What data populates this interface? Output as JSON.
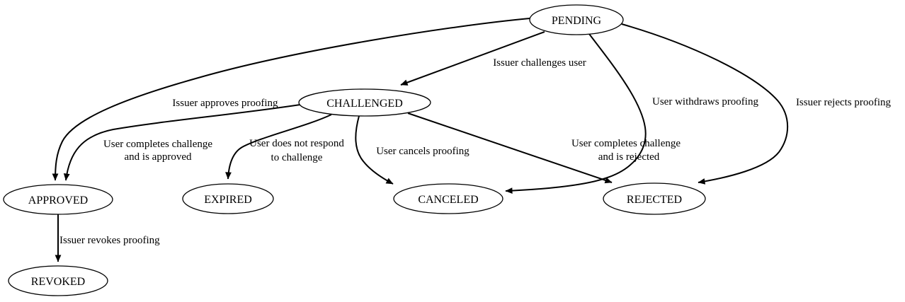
{
  "diagram": {
    "type": "state-transition-diagram",
    "colors": {
      "background": "#ffffff",
      "line": "#000000",
      "text": "#000000",
      "node_fill": "#ffffff"
    },
    "nodes": {
      "pending": {
        "label": "PENDING"
      },
      "challenged": {
        "label": "CHALLENGED"
      },
      "approved": {
        "label": "APPROVED"
      },
      "expired": {
        "label": "EXPIRED"
      },
      "canceled": {
        "label": "CANCELED"
      },
      "rejected": {
        "label": "REJECTED"
      },
      "revoked": {
        "label": "REVOKED"
      }
    },
    "edges": {
      "pending_challenged": {
        "from": "PENDING",
        "to": "CHALLENGED",
        "label": "Issuer challenges user"
      },
      "pending_approved": {
        "from": "PENDING",
        "to": "APPROVED",
        "label": "Issuer approves proofing"
      },
      "challenged_approved": {
        "from": "CHALLENGED",
        "to": "APPROVED",
        "lines": [
          "User completes challenge",
          "and is approved"
        ]
      },
      "challenged_expired": {
        "from": "CHALLENGED",
        "to": "EXPIRED",
        "lines": [
          "User does not respond",
          "to challenge"
        ]
      },
      "challenged_canceled": {
        "from": "CHALLENGED",
        "to": "CANCELED",
        "label": "User cancels proofing"
      },
      "challenged_rejected": {
        "from": "CHALLENGED",
        "to": "REJECTED",
        "lines": [
          "User completes challenge",
          "and is rejected"
        ]
      },
      "pending_canceled": {
        "from": "PENDING",
        "to": "CANCELED",
        "label": "User withdraws proofing"
      },
      "pending_rejected": {
        "from": "PENDING",
        "to": "REJECTED",
        "label": "Issuer rejects proofing"
      },
      "approved_revoked": {
        "from": "APPROVED",
        "to": "REVOKED",
        "label": "Issuer revokes proofing"
      }
    }
  }
}
